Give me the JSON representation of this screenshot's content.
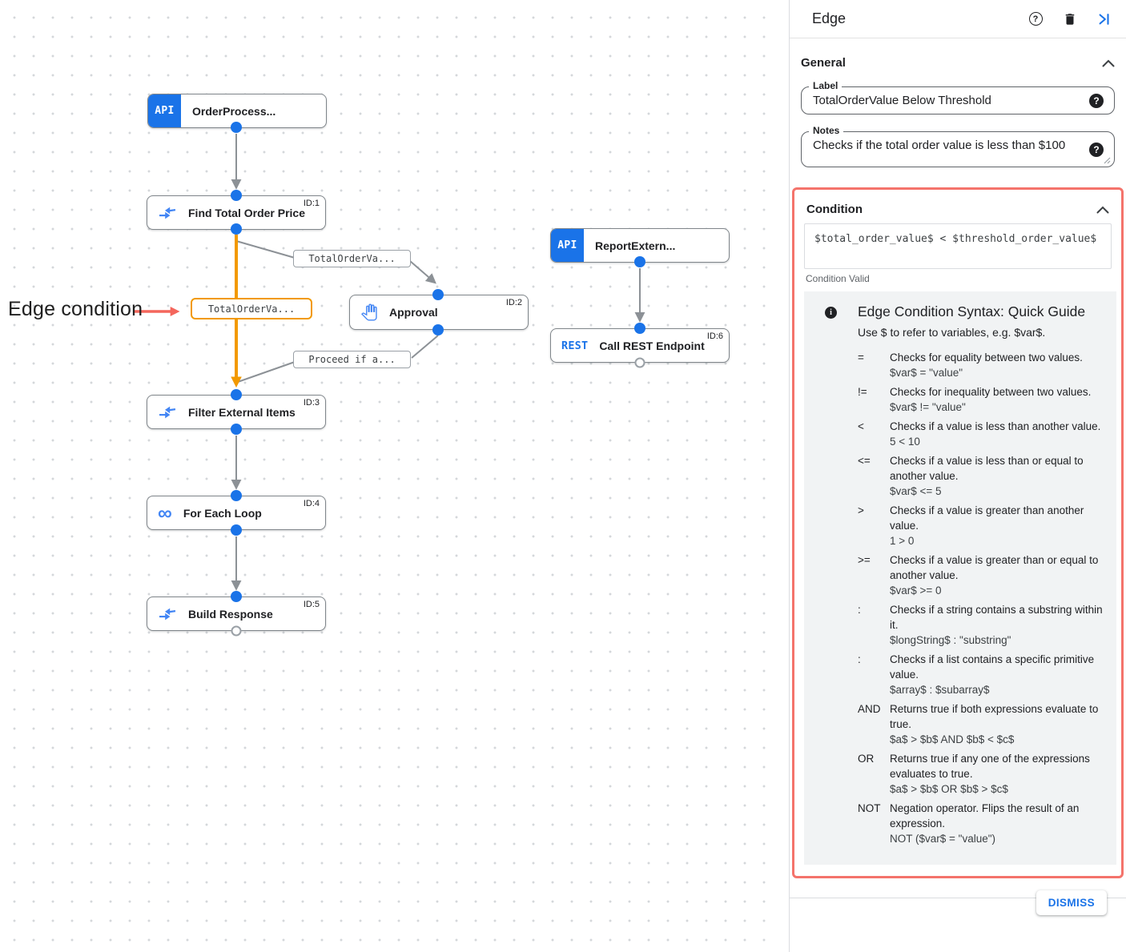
{
  "canvas": {
    "annotation": "Edge condition",
    "nodes": [
      {
        "title": "OrderProcess...",
        "icon": "api-icon",
        "icon_label": "API",
        "badge": ""
      },
      {
        "title": "Find Total Order Price",
        "icon": "data-mapping-icon",
        "icon_label": "",
        "badge": "ID:1"
      },
      {
        "title": "Approval",
        "icon": "hand-icon",
        "icon_label": "",
        "badge": "ID:2"
      },
      {
        "title": "ReportExtern...",
        "icon": "api-icon",
        "icon_label": "API",
        "badge": ""
      },
      {
        "title": "Call REST Endpoint",
        "icon": "rest-icon",
        "icon_label": "REST",
        "badge": "ID:6"
      },
      {
        "title": "Filter External Items",
        "icon": "data-mapping-icon",
        "icon_label": "",
        "badge": "ID:3"
      },
      {
        "title": "For Each Loop",
        "icon": "loop-icon",
        "icon_label": "",
        "badge": "ID:4"
      },
      {
        "title": "Build Response",
        "icon": "data-mapping-icon",
        "icon_label": "",
        "badge": "ID:5"
      }
    ],
    "edge_labels": [
      {
        "text": "TotalOrderVa...",
        "selected": false
      },
      {
        "text": "TotalOrderVa...",
        "selected": true
      },
      {
        "text": "Proceed if a...",
        "selected": false
      }
    ]
  },
  "panel": {
    "title": "Edge",
    "general": {
      "heading": "General",
      "label_field": {
        "label": "Label",
        "value": "TotalOrderValue Below Threshold"
      },
      "notes_field": {
        "label": "Notes",
        "value": "Checks if the total order value is less than $100"
      }
    },
    "condition": {
      "heading": "Condition",
      "expression": "$total_order_value$ < $threshold_order_value$",
      "status": "Condition Valid",
      "guide": {
        "title": "Edge Condition Syntax: Quick Guide",
        "intro": "Use $ to refer to variables, e.g. $var$.",
        "rows": [
          {
            "op": "=",
            "desc": "Checks for equality between two values.",
            "example": "$var$ = \"value\""
          },
          {
            "op": "!=",
            "desc": "Checks for inequality between two values.",
            "example": "$var$ != \"value\""
          },
          {
            "op": "<",
            "desc": "Checks if a value is less than another value.",
            "example": "5 < 10"
          },
          {
            "op": "<=",
            "desc": "Checks if a value is less than or equal to another value.",
            "example": "$var$ <= 5"
          },
          {
            "op": ">",
            "desc": "Checks if a value is greater than another value.",
            "example": "1 > 0"
          },
          {
            "op": ">=",
            "desc": "Checks if a value is greater than or equal to another value.",
            "example": "$var$ >= 0"
          },
          {
            "op": ":",
            "desc": "Checks if a string contains a substring within it.",
            "example": "$longString$ : \"substring\""
          },
          {
            "op": ":",
            "desc": "Checks if a list contains a specific primitive value.",
            "example": "$array$ : $subarray$"
          },
          {
            "op": "AND",
            "desc": "Returns true if both expressions evaluate to true.",
            "example": "$a$ > $b$ AND $b$ < $c$"
          },
          {
            "op": "OR",
            "desc": "Returns true if any one of the expressions evaluates to true.",
            "example": "$a$ > $b$ OR $b$ > $c$"
          },
          {
            "op": "NOT",
            "desc": "Negation operator. Flips the result of an expression.",
            "example": "NOT ($var$ = \"value\")"
          }
        ]
      }
    },
    "dismiss_label": "DISMISS"
  },
  "colors": {
    "accent_blue": "#1a73e8",
    "icon_blue": "#4285f4",
    "selected_edge_orange": "#f29900",
    "highlight_red": "#f4736b",
    "arrow_red": "#f4665c",
    "connector_gray": "#8c9196"
  }
}
